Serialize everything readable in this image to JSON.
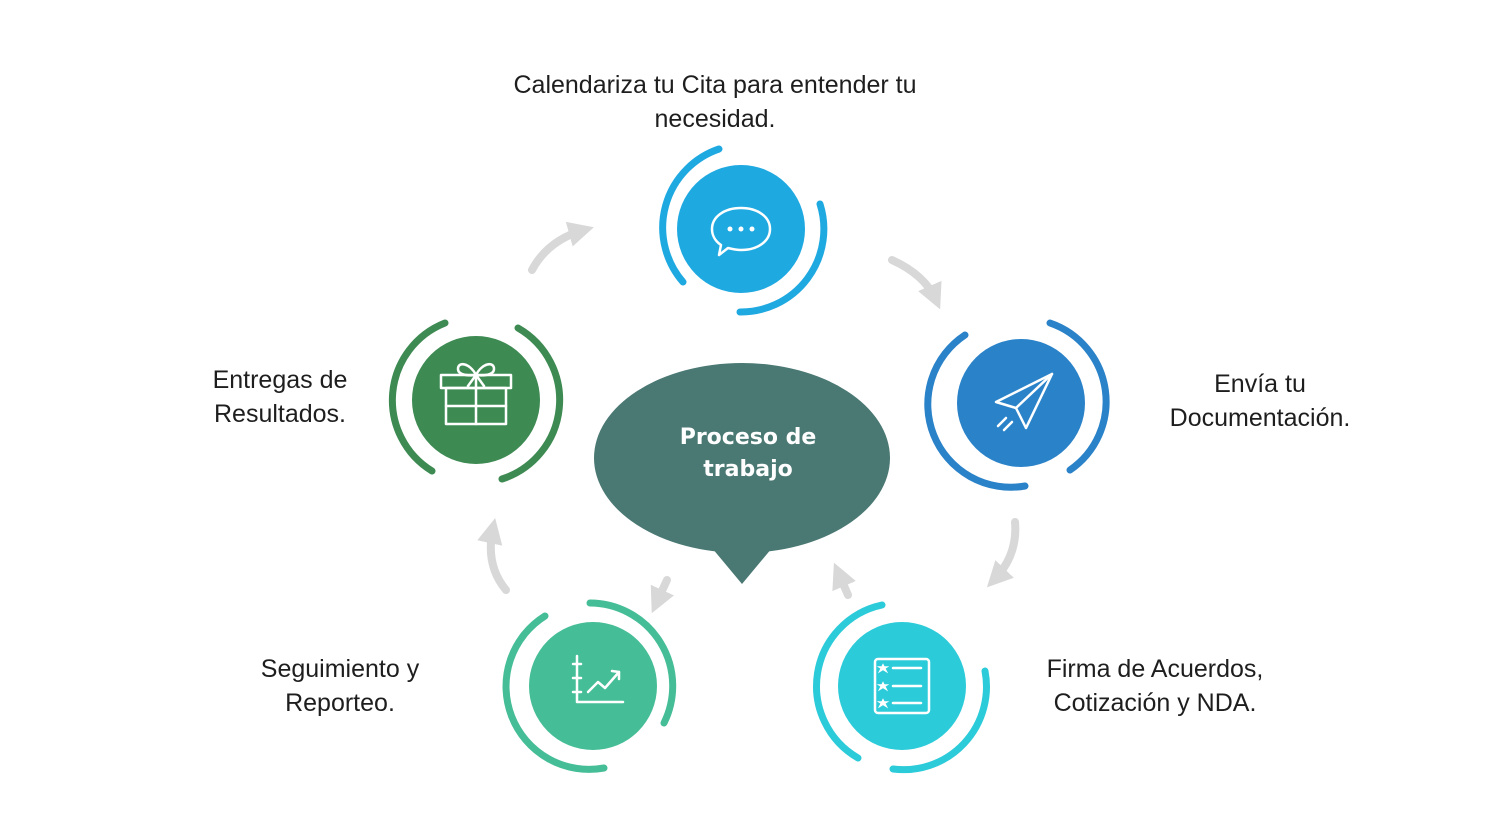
{
  "diagram": {
    "center": {
      "line1": "Proceso de",
      "line2": "trabajo",
      "color": "#4a7873"
    },
    "steps": [
      {
        "id": "calendar",
        "line1": "Calendariza tu Cita para entender tu",
        "line2": "necesidad.",
        "color": "#1fa9e1",
        "icon": "chat-bubble-icon"
      },
      {
        "id": "send",
        "line1": "Envía tu",
        "line2": "Documentación.",
        "color": "#2a82c9",
        "icon": "paper-plane-icon"
      },
      {
        "id": "sign",
        "line1": "Firma de Acuerdos,",
        "line2": "Cotización y NDA.",
        "color": "#2ccbd9",
        "icon": "checklist-icon"
      },
      {
        "id": "track",
        "line1": "Seguimiento y",
        "line2": "Reporteo.",
        "color": "#45bd96",
        "icon": "growth-chart-icon"
      },
      {
        "id": "deliver",
        "line1": "Entregas de",
        "line2": "Resultados.",
        "color": "#3d8a52",
        "icon": "gift-icon"
      }
    ],
    "arrow_color": "#d8d8d8"
  }
}
